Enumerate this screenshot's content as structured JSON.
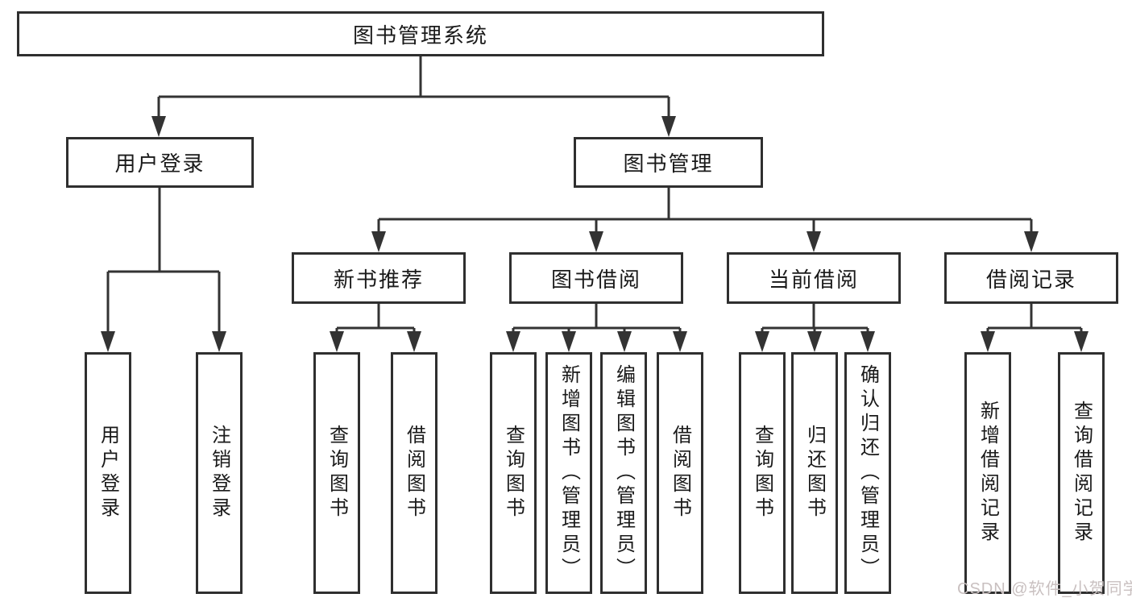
{
  "diagram": {
    "root": "图书管理系统",
    "level2": {
      "user_login": "用户登录",
      "book_management": "图书管理"
    },
    "level3": {
      "new_book_recommend": "新书推荐",
      "book_borrow": "图书借阅",
      "current_borrow": "当前借阅",
      "borrow_records": "借阅记录"
    },
    "leaves": {
      "user_login_leaf": "用户登录",
      "logout_leaf": "注销登录",
      "nb_query_books": "查询图书",
      "nb_borrow_books": "借阅图书",
      "bb_query_books": "查询图书",
      "bb_add_books_admin": "新增图书（管理员）",
      "bb_edit_books_admin": "编辑图书（管理员）",
      "bb_borrow_books": "借阅图书",
      "cb_query_books": "查询图书",
      "cb_return_books": "归还图书",
      "cb_confirm_return_admin": "确认归还（管理员）",
      "br_add_record": "新增借阅记录",
      "br_query_record": "查询借阅记录"
    },
    "watermark": "CSDN @软件_小贺同学",
    "colors": {
      "line": "#333333",
      "box_border": "#2f2f2f",
      "box_fill": "#ffffff",
      "text": "#1a1a1a",
      "watermark_text": "#c9c0c0"
    }
  }
}
